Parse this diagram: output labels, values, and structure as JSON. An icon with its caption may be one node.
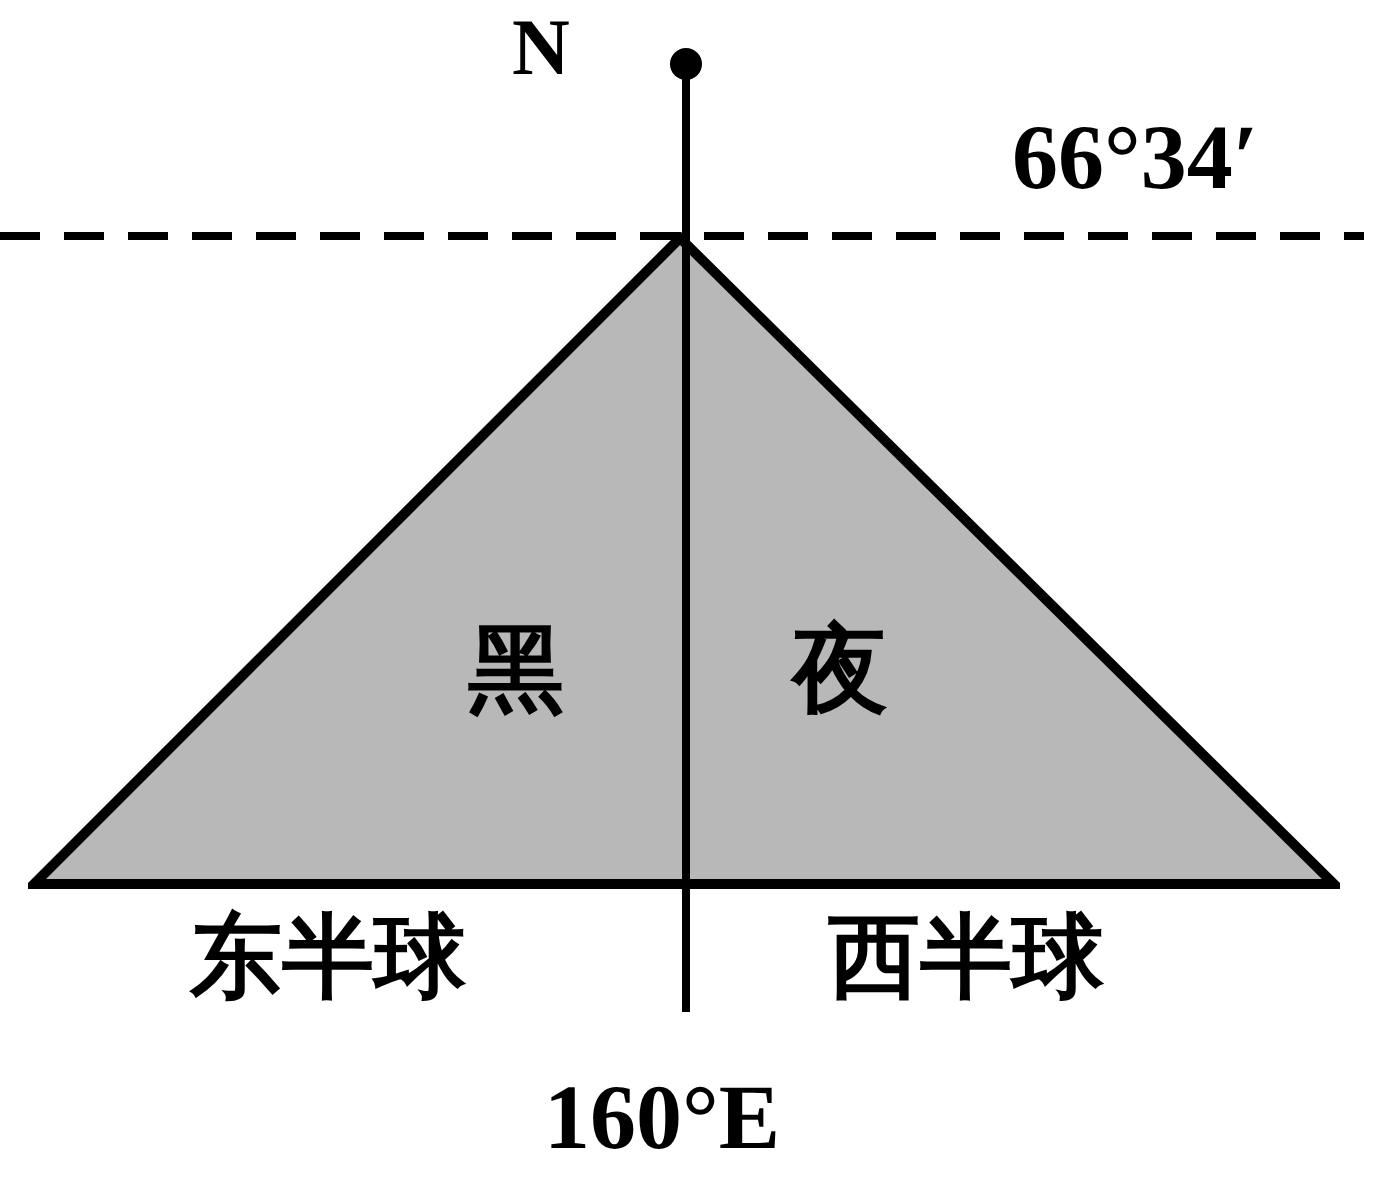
{
  "diagram": {
    "nodes": [
      {
        "text": [
          "黑",
          "夜"
        ]
      }
    ],
    "labels": [
      "N",
      "66°34′",
      "东半球",
      "西半球",
      "160°E"
    ]
  }
}
